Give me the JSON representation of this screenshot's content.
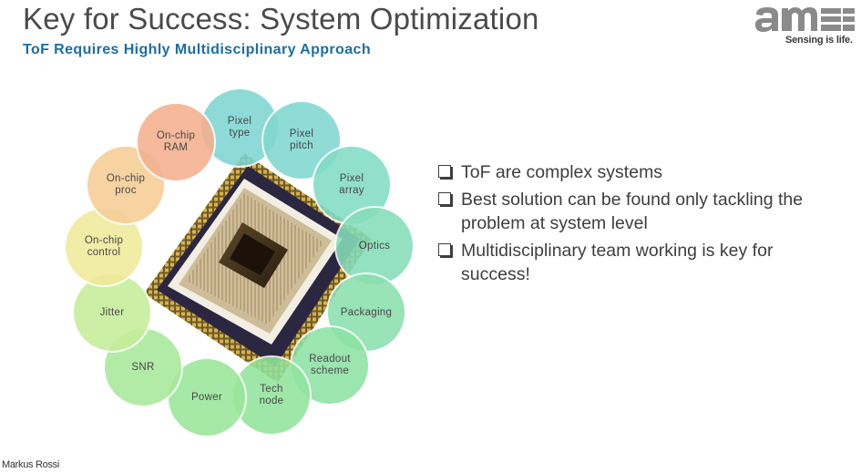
{
  "slide": {
    "title": "Key for Success: System Optimization",
    "subtitle": "ToF Requires Highly Multidisciplinary Approach",
    "author": "Markus Rossi"
  },
  "logo": {
    "wordmark": "ams",
    "tagline": "Sensing is life.",
    "color": "#8a8a8a"
  },
  "petals": [
    {
      "label": "Pixel\ntype",
      "color": "#7fd6d4"
    },
    {
      "label": "Pixel\npitch",
      "color": "#7fd8d0"
    },
    {
      "label": "Pixel\narray",
      "color": "#82dcc6"
    },
    {
      "label": "Optics",
      "color": "#86deba"
    },
    {
      "label": "Packaging",
      "color": "#8ae0ae"
    },
    {
      "label": "Readout\nscheme",
      "color": "#8ee2a4"
    },
    {
      "label": "Tech\nnode",
      "color": "#92e49c"
    },
    {
      "label": "Power",
      "color": "#9ae79a"
    },
    {
      "label": "SNR",
      "color": "#a8e99a"
    },
    {
      "label": "Jitter",
      "color": "#c6ed9a"
    },
    {
      "label": "On-chip\ncontrol",
      "color": "#f0ea9a"
    },
    {
      "label": "On-chip\nproc",
      "color": "#f6cd96"
    },
    {
      "label": "On-chip\nRAM",
      "color": "#f5b08e"
    }
  ],
  "bullets": [
    "ToF are complex systems",
    "Best solution can be found only tackling the problem at system level",
    "Multidisciplinary team working is key for success!"
  ]
}
